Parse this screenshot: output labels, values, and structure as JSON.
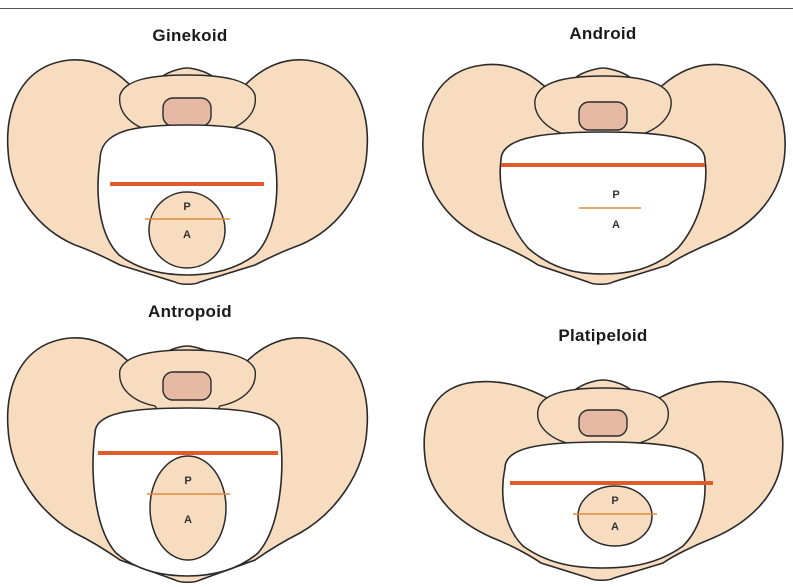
{
  "colors": {
    "bone": "#f7dcc0",
    "bone_shade": "#e6b9a4",
    "bone_dark": "#c9998a",
    "outline": "#2a2a2a",
    "transverse_line": "#e05a2a",
    "inner_line": "#e08a3c",
    "background": "#ffffff"
  },
  "pelvis_types": [
    {
      "title": "Ginekoid",
      "posterior_label": "P",
      "anterior_label": "A",
      "inlet_shape": "round"
    },
    {
      "title": "Android",
      "posterior_label": "P",
      "anterior_label": "A",
      "inlet_shape": "heart"
    },
    {
      "title": "Antropoid",
      "posterior_label": "P",
      "anterior_label": "A",
      "inlet_shape": "oval-long"
    },
    {
      "title": "Platipeloid",
      "posterior_label": "P",
      "anterior_label": "A",
      "inlet_shape": "oval-wide"
    }
  ]
}
